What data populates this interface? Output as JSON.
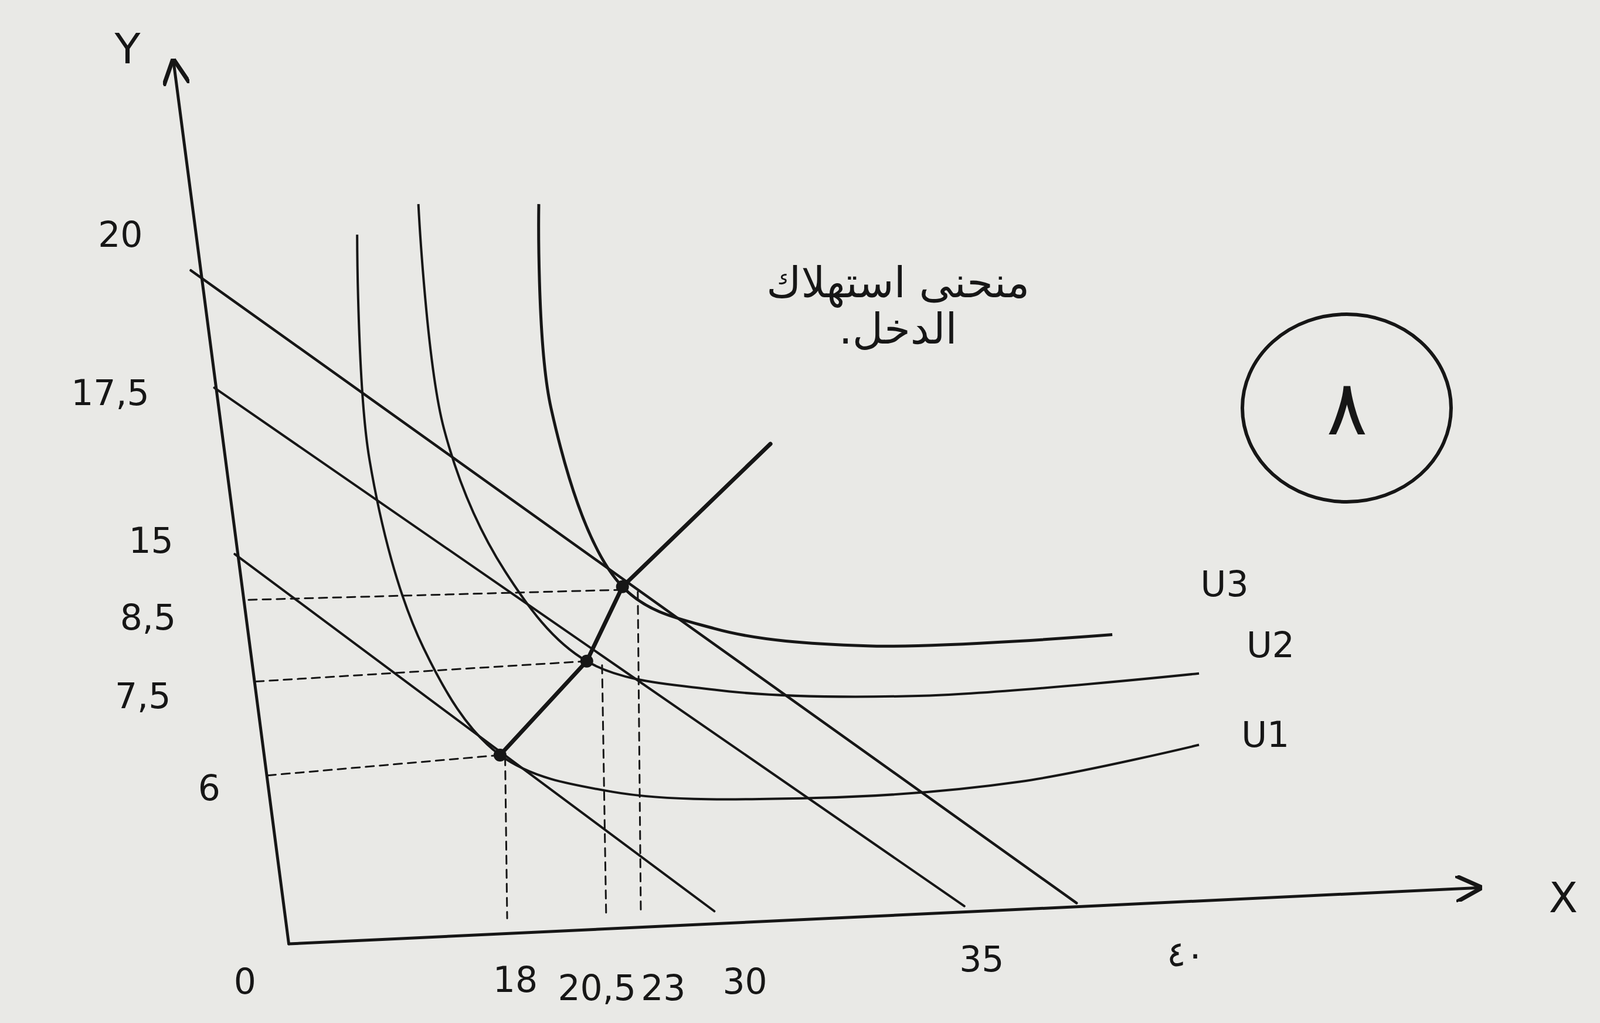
{
  "diagram": {
    "nodes": [
      {
        "text": [
          "٨"
        ]
      }
    ],
    "labels": [
      "Y",
      "X",
      "0",
      "20",
      "17,5",
      "15",
      "8,5",
      "7,5",
      "6",
      "18",
      "20,5",
      "23",
      "30",
      "35",
      "٤٠",
      "U3",
      "U2",
      "U1",
      "منحنى استهلاك الدخل."
    ]
  }
}
